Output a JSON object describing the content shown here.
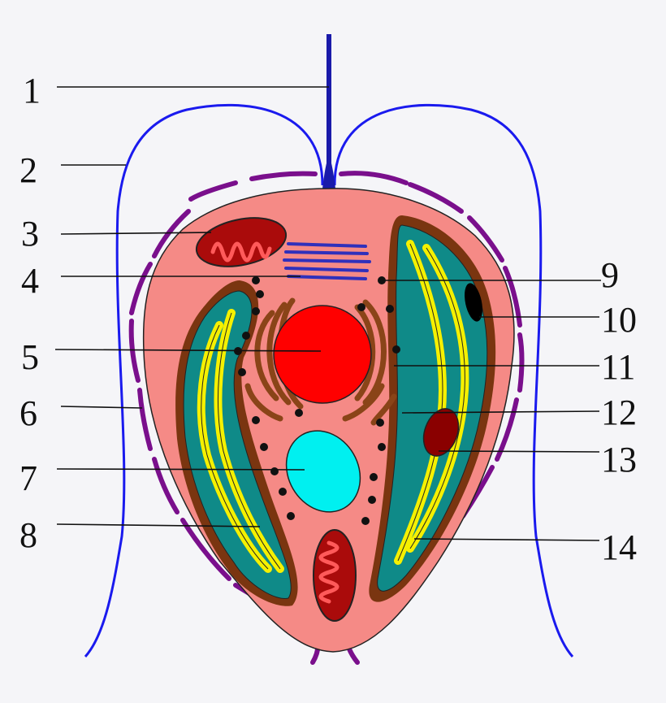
{
  "labels": {
    "l1": "1",
    "l2": "2",
    "l3": "3",
    "l4": "4",
    "l5": "5",
    "l6": "6",
    "l7": "7",
    "l8": "8",
    "l9": "9",
    "l10": "10",
    "l11": "11",
    "l12": "12",
    "l13": "13",
    "l14": "14"
  },
  "colors": {
    "background": "#f5f5f8",
    "flagellum": "#1a1aaa",
    "sheath_outline": "#1a1aee",
    "cell_wall": "#7a0f8c",
    "cytoplasm": "#f58a86",
    "chloroplast_outer": "#7a3510",
    "chloroplast_inner": "#0f8a88",
    "thylakoid": "#f5f000",
    "nucleus": "#ff0000",
    "mitochondrion": "#aa0b0b",
    "golgi": "#3030bb",
    "er": "#8a4418",
    "vacuole": "#00f0f0",
    "ribosome": "#111111",
    "eyespot": "#000000",
    "pyrenoid": "#8a0000"
  }
}
